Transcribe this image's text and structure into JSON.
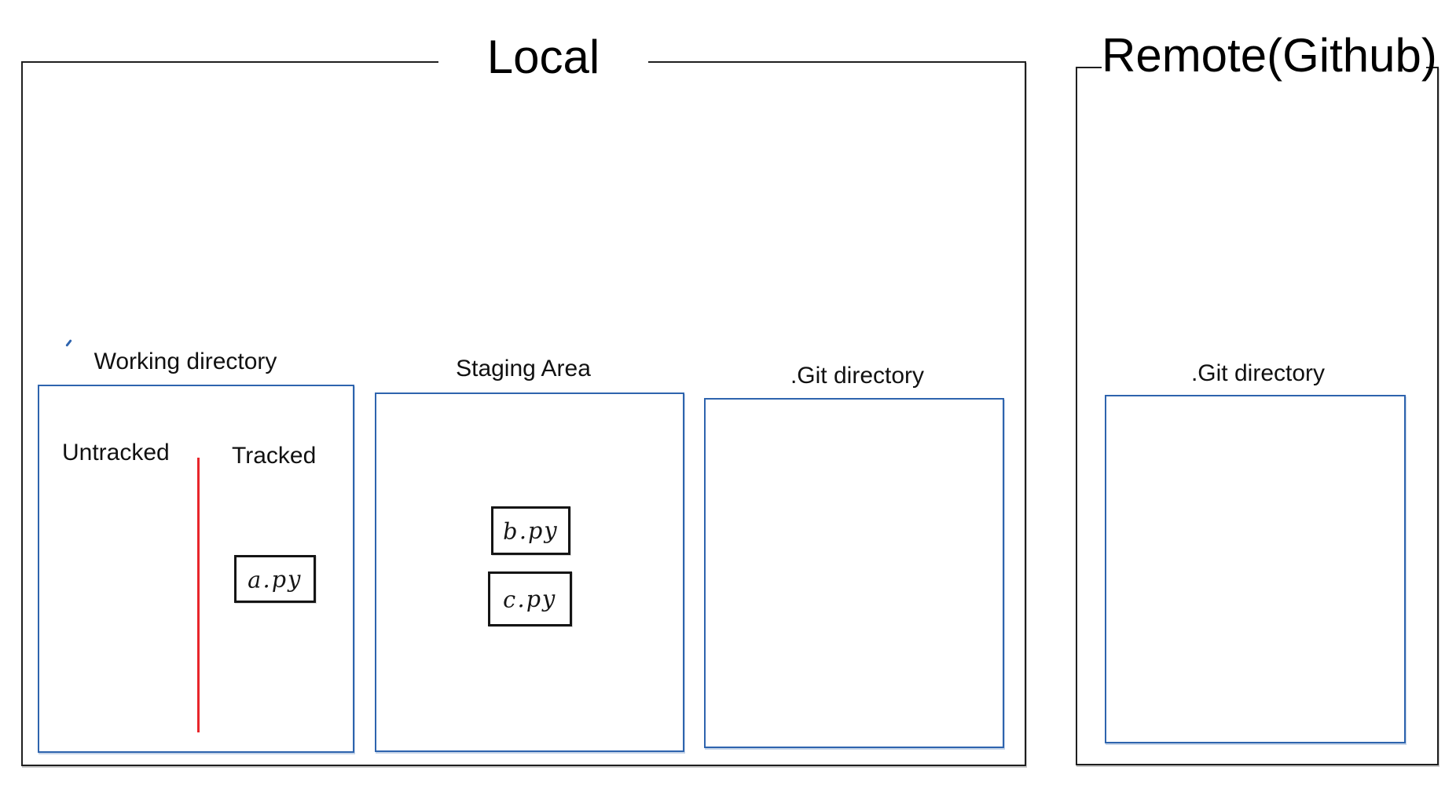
{
  "local": {
    "title": "Local",
    "working_directory": {
      "label": "Working directory",
      "untracked_label": "Untracked",
      "tracked_label": "Tracked",
      "tracked_files": [
        "a.py"
      ]
    },
    "staging_area": {
      "label": "Staging Area",
      "staged_files": [
        "b.py",
        "c.py"
      ]
    },
    "git_directory": {
      "label": ".Git directory"
    }
  },
  "remote": {
    "title": "Remote(Github)",
    "git_directory": {
      "label": ".Git directory"
    }
  },
  "colors": {
    "area_border": "#2e64ae",
    "section_border": "#1f1f1f",
    "untracked_tracked_divider": "#e8262b"
  }
}
